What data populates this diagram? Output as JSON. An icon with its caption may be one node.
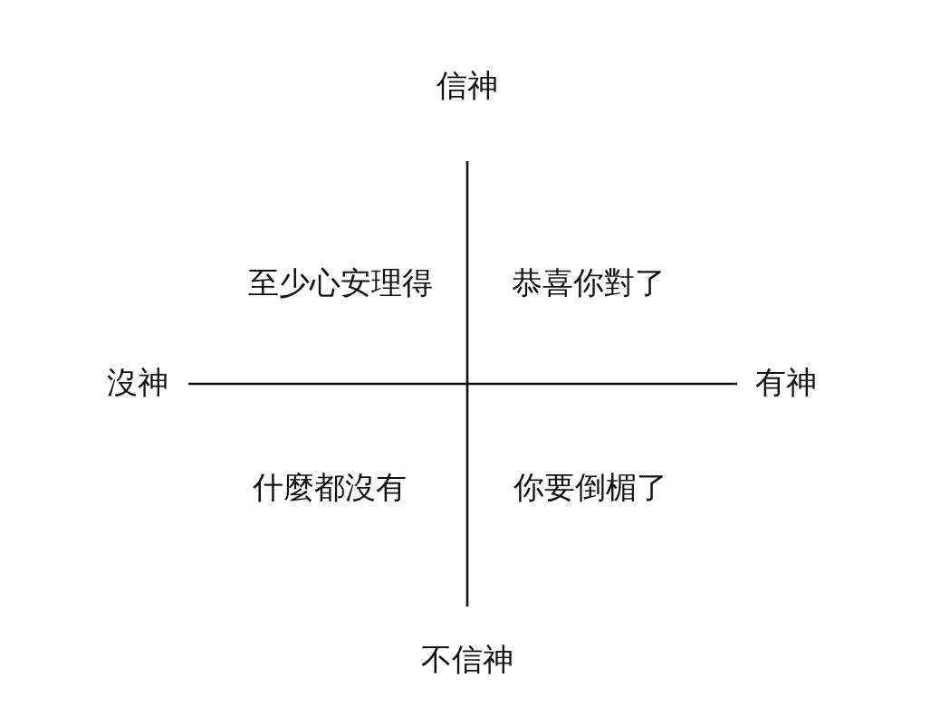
{
  "diagram": {
    "labels": [
      "信神",
      "至少心安理得",
      "恭喜你對了",
      "沒神",
      "有神",
      "什麼都沒有",
      "你要倒楣了",
      "不信神"
    ]
  }
}
